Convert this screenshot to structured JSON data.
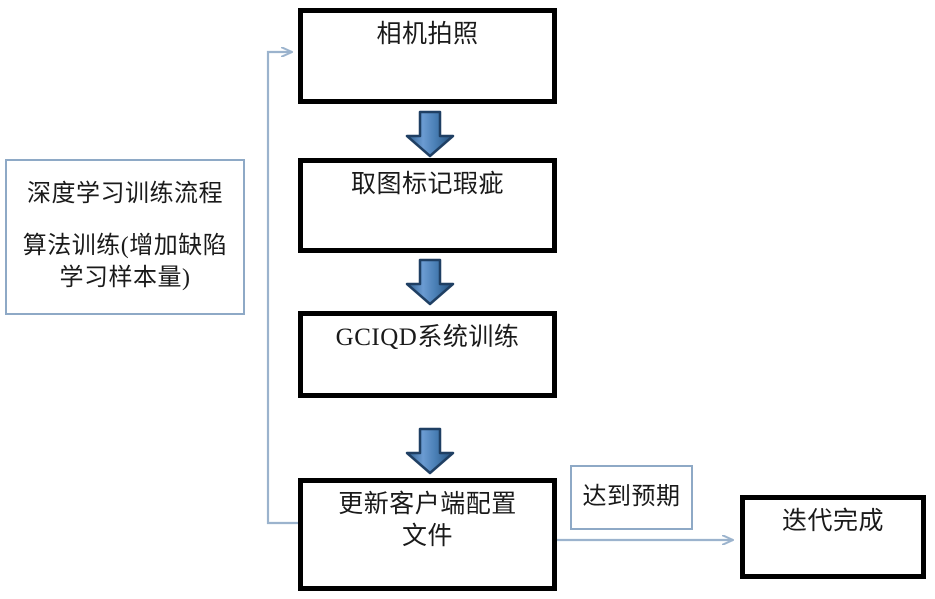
{
  "diagram": {
    "title_note": {
      "line1": "深度学习训练流程",
      "line2": "算法训练(增加缺陷",
      "line3": "学习样本量)"
    },
    "nodes": [
      {
        "id": "capture",
        "label": "相机拍照"
      },
      {
        "id": "mark",
        "label": "取图标记瑕疵"
      },
      {
        "id": "train",
        "label": "GCIQD系统训练"
      },
      {
        "id": "update",
        "label": "更新客户端配置\n文件"
      },
      {
        "id": "done",
        "label": "迭代完成"
      }
    ],
    "edge_labels": [
      {
        "id": "expected",
        "label": "达到预期"
      }
    ],
    "colors": {
      "box_border": "#000000",
      "note_border": "#8ea9c6",
      "arrow_fill_light": "#5b8fc9",
      "arrow_fill_dark": "#2e5f8f",
      "arrow_outline": "#1f3f63",
      "connector_line": "#9bb3cd",
      "text": "#1a1a1a",
      "background": "#ffffff"
    }
  }
}
